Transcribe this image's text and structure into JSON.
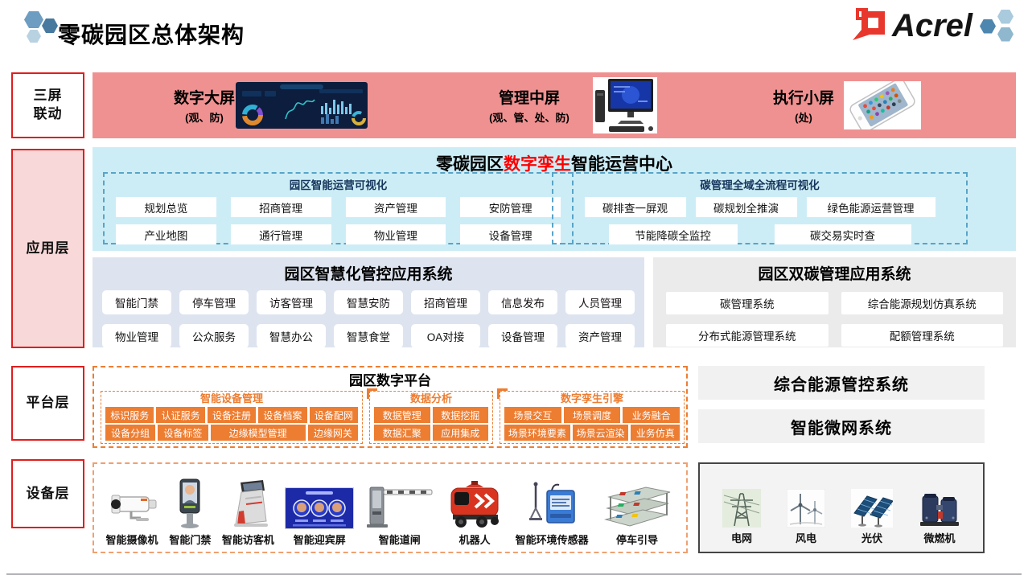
{
  "page": {
    "title": "零碳园区总体架构",
    "brand": "Acrel"
  },
  "colors": {
    "accent_red": "#e11d1d",
    "band_pink": "#f09191",
    "ops_blue_bg": "#cdedf6",
    "highlight_red": "#fe0000",
    "platform_orange": "#ed7d31"
  },
  "layers": {
    "screens": "三屏\n联动",
    "application": "应用层",
    "platform": "平台层",
    "device": "设备层"
  },
  "screens_band": {
    "items": [
      {
        "name": "数字大屏",
        "sub": "(观、防)"
      },
      {
        "name": "管理中屏",
        "sub": "(观、管、处、防)"
      },
      {
        "name": "执行小屏",
        "sub": "(处)"
      }
    ]
  },
  "ops_center": {
    "title_prefix": "零碳园区",
    "title_highlight": "数字孪生",
    "title_suffix": "智能运营中心",
    "left": {
      "title": "园区智能运营可视化",
      "items": [
        "规划总览",
        "招商管理",
        "资产管理",
        "安防管理",
        "产业地图",
        "通行管理",
        "物业管理",
        "设备管理"
      ]
    },
    "right": {
      "title": "碳管理全域全流程可视化",
      "row1": [
        "碳排查一屏观",
        "碳规划全推演",
        "绿色能源运营管理"
      ],
      "row2": [
        "节能降碳全监控",
        "碳交易实时查"
      ]
    }
  },
  "smart_app_system": {
    "title": "园区智慧化管控应用系统",
    "items": [
      "智能门禁",
      "停车管理",
      "访客管理",
      "智慧安防",
      "招商管理",
      "信息发布",
      "人员管理",
      "物业管理",
      "公众服务",
      "智慧办公",
      "智慧食堂",
      "OA对接",
      "设备管理",
      "资产管理"
    ]
  },
  "dual_carbon_system": {
    "title": "园区双碳管理应用系统",
    "items": [
      "碳管理系统",
      "综合能源规划仿真系统",
      "分布式能源管理系统",
      "配额管理系统"
    ]
  },
  "digital_platform": {
    "title": "园区数字平台",
    "device_mgmt": {
      "title": "智能设备管理",
      "row1": [
        "标识服务",
        "认证服务",
        "设备注册",
        "设备档案",
        "设备配网"
      ],
      "row2": [
        "设备分组",
        "设备标签",
        "边缘模型管理",
        "边缘网关"
      ]
    },
    "data_analysis": {
      "title": "数据分析",
      "row1": [
        "数据管理",
        "数据挖掘"
      ],
      "row2": [
        "数据汇聚",
        "应用集成"
      ]
    },
    "twin_engine": {
      "title": "数字孪生引擎",
      "row1": [
        "场景交互",
        "场景调度",
        "业务融合"
      ],
      "row2": [
        "场景环境要素",
        "场景云渲染",
        "业务仿真"
      ]
    }
  },
  "side_systems": {
    "items": [
      "综合能源管控系统",
      "智能微网系统"
    ]
  },
  "device_layer": {
    "smart": [
      "智能摄像机",
      "智能门禁",
      "智能访客机",
      "智能迎宾屏",
      "智能道闸",
      "机器人",
      "智能环境传感器",
      "停车引导"
    ],
    "energy": [
      "电网",
      "风电",
      "光伏",
      "微燃机"
    ]
  }
}
